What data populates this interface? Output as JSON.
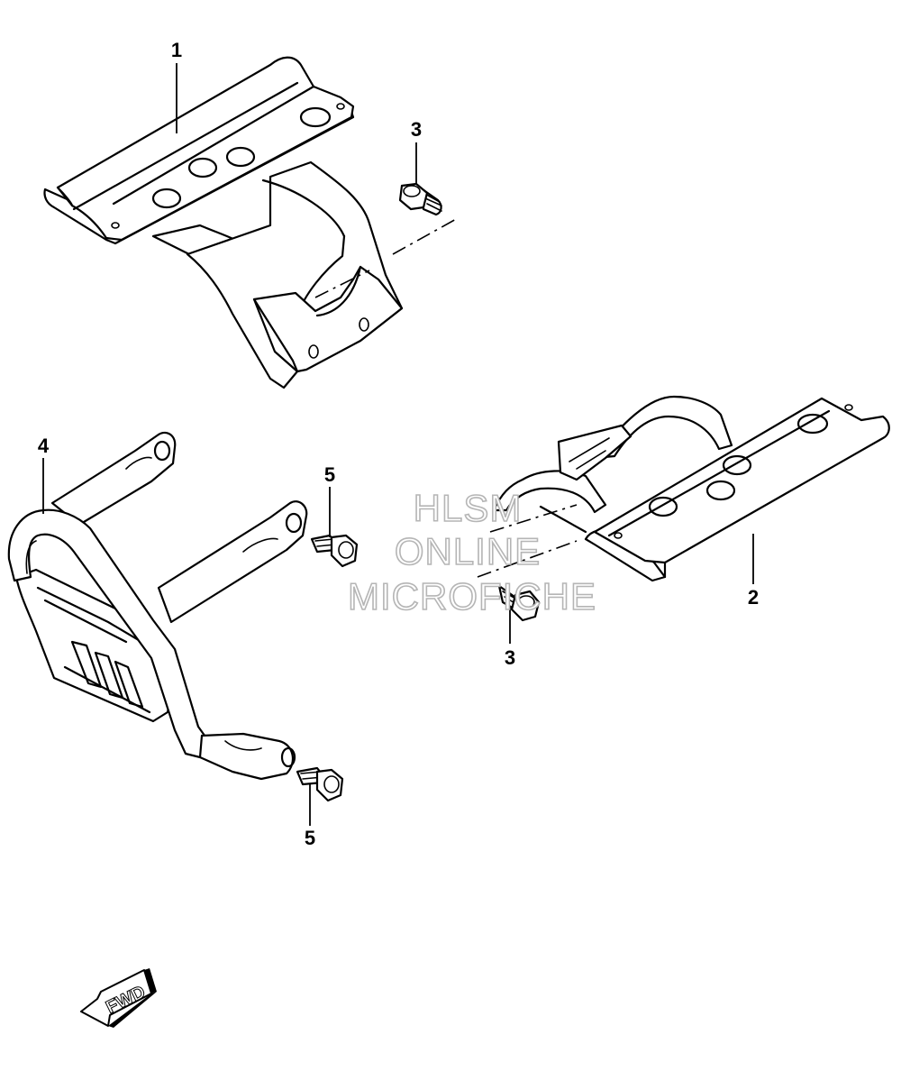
{
  "callouts": {
    "part1": "1",
    "part2": "2",
    "part3_top": "3",
    "part3_bottom": "3",
    "part4": "4",
    "part5_top": "5",
    "part5_bottom": "5"
  },
  "watermark": {
    "line1": "HLSM",
    "line2": "ONLINE",
    "line3": "MICROFICHE"
  },
  "direction_arrow": {
    "label": "FWD",
    "icon": "fwd-arrow-icon"
  },
  "colors": {
    "line": "#000000",
    "background": "#ffffff",
    "watermark_outline": "#b5b5b5"
  }
}
